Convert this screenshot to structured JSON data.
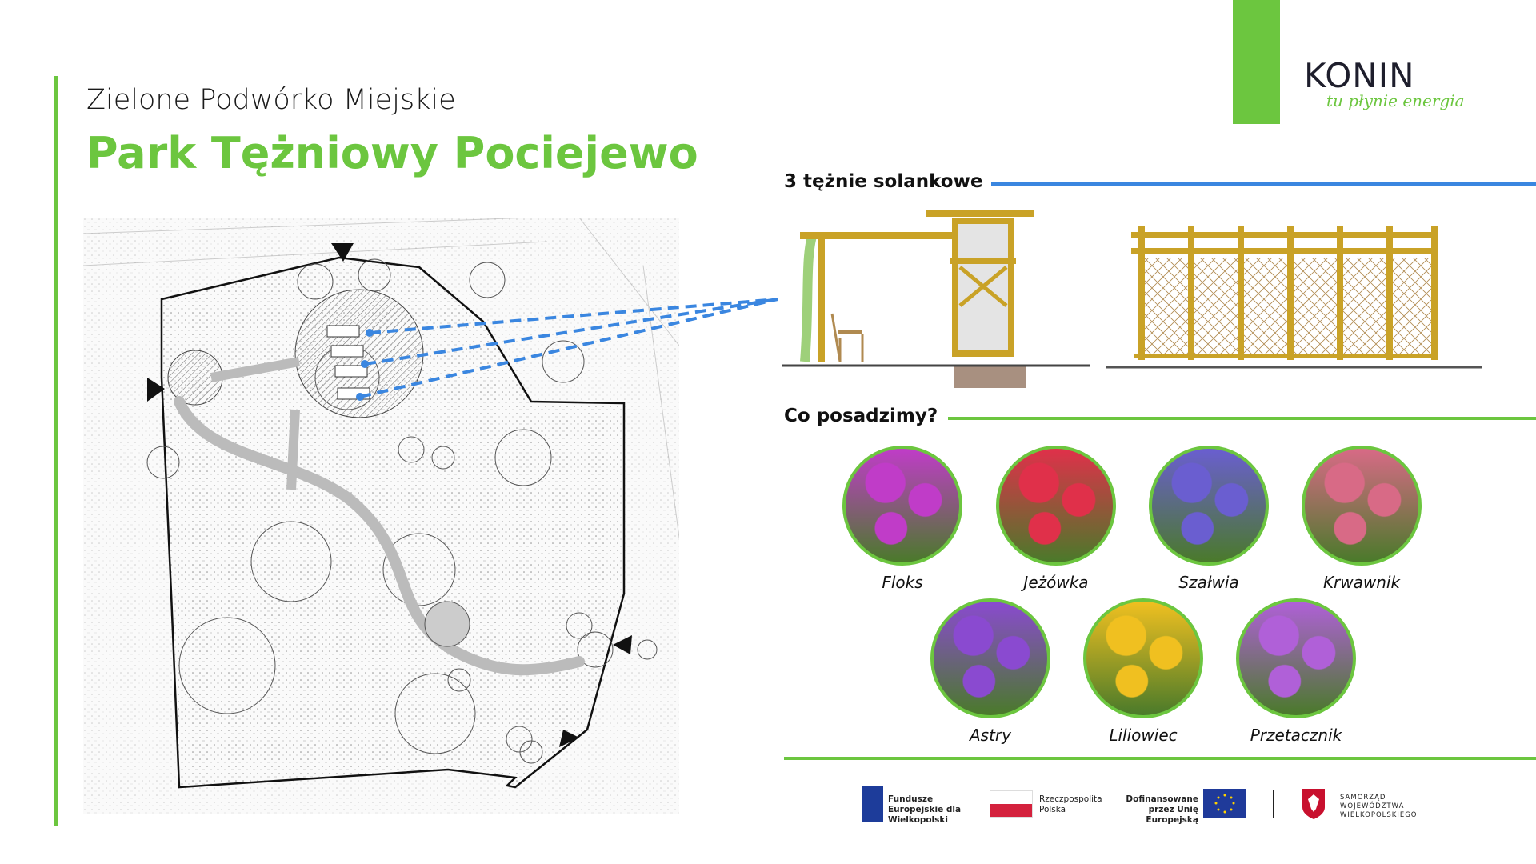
{
  "header": {
    "subtitle": "Zielone Podwórko Miejskie",
    "title": "Park Tężniowy Pociejewo"
  },
  "logo": {
    "name": "KONIN",
    "tagline": "tu płynie energia"
  },
  "sections": {
    "graduation_towers": "3 tężnie solankowe",
    "plants": "Co posadzimy?"
  },
  "plants": [
    {
      "name": "Floks",
      "color": "#c03cc8"
    },
    {
      "name": "Jeżówka",
      "color": "#e0304a"
    },
    {
      "name": "Szałwia",
      "color": "#6a5ed0"
    },
    {
      "name": "Krwawnik",
      "color": "#d86a86"
    },
    {
      "name": "Astry",
      "color": "#8a4ad0"
    },
    {
      "name": "Liliowiec",
      "color": "#f0c020"
    },
    {
      "name": "Przetacznik",
      "color": "#b060d8"
    }
  ],
  "footer": {
    "fe": "Fundusze Europejskie dla Wielkopolski",
    "rp": "Rzeczpospolita Polska",
    "eu": "Dofinansowane przez Unię Europejską",
    "sw": "SAMORZĄD WOJEWÓDZTWA WIELKOPOLSKIEGO"
  },
  "colors": {
    "accent": "#6cc63f",
    "blue": "#3a86e0"
  }
}
